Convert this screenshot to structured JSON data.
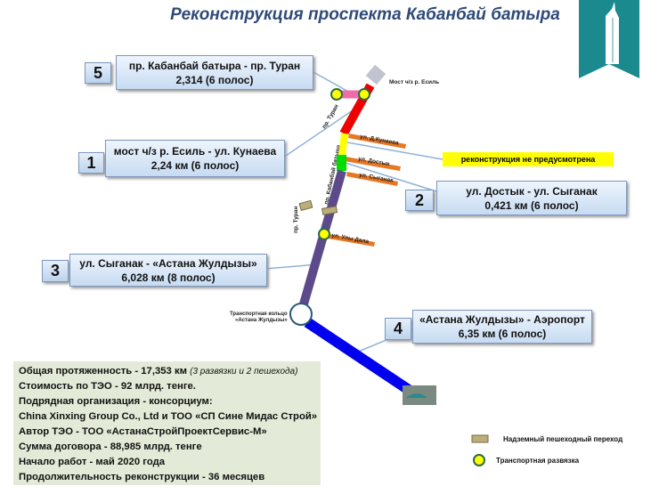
{
  "title": "Реконструкция проспекта Кабанбай батыра",
  "segments": [
    {
      "num": "5",
      "line1": "пр. Кабанбай батыра - пр. Туран",
      "line2": "2,314 (6 полос)"
    },
    {
      "num": "1",
      "line1": "мост ч/з р. Есиль -  ул. Кунаева",
      "line2": "2,24 км (6 полос)"
    },
    {
      "num": "2",
      "line1": "ул. Достык - ул. Сыганак",
      "line2": "0,421 км (6 полос)"
    },
    {
      "num": "3",
      "line1": "ул. Сыганак - «Астана Жулдызы»",
      "line2": "6,028 км (8 полос)"
    },
    {
      "num": "4",
      "line1": "«Астана Жулдызы» - Аэропорт",
      "line2": "6,35 км (6 полос)"
    }
  ],
  "no_reconstruction": "реконструкция не предусмотрена",
  "map_labels": {
    "bridge": "Мост ч/з р. Есиль",
    "turan1": "пр. Туран",
    "turan2": "пр. Туран",
    "kabanbay": "пр. Кабанбай батыра",
    "kunaev": "ул. Д.Кунаева",
    "dostyk": "ул. Достык",
    "syganak": "ул. Сыганак",
    "uly_dala": "ул. Улы Дала",
    "ring1": "Транспортная кольцо",
    "ring2": "«Астана Жулдызы»"
  },
  "info": {
    "length": "Общая протяженность - 17,353 км ",
    "length_note": "(3 развязки и 2 пешехода)",
    "cost": "Стоимость по ТЭО - 92 млрд. тенге.",
    "contractor": "Подрядная организация - консорциум:",
    "consortium": "China Xinxing Group Co., Ltd и ТОО «СП Сине Мидас Строй»",
    "author": "Автор ТЭО - ТОО «АстанаСтройПроектСервис-М»",
    "contract": "Сумма договора - 88,985 млрд. тенге",
    "start": "Начало работ - май 2020 года",
    "duration": "Продолжительность реконструкции - 36 месяцев"
  },
  "legend": {
    "pedestrian": "Надземный пешеходный переход",
    "interchange": "Транспортная развязка"
  },
  "colors": {
    "teal": "#1a8a8e",
    "red": "#ee0000",
    "yellow": "#ffff00",
    "green": "#00dd00",
    "purple": "#5c4a8a",
    "blue": "#0000ee",
    "orange": "#e87722",
    "pink": "#f06ca8"
  }
}
